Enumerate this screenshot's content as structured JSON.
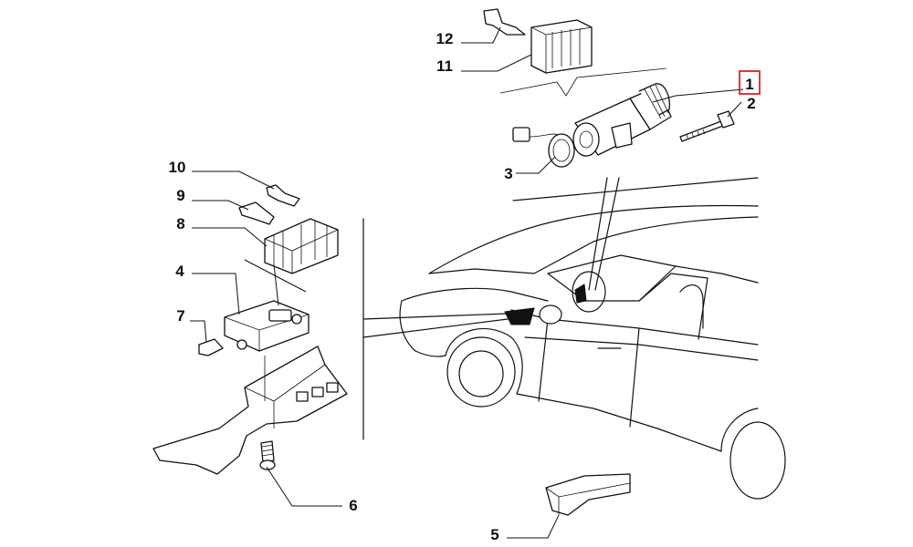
{
  "callouts": [
    {
      "id": "1",
      "label": "1",
      "highlighted": true
    },
    {
      "id": "2",
      "label": "2"
    },
    {
      "id": "3",
      "label": "3"
    },
    {
      "id": "4",
      "label": "4"
    },
    {
      "id": "5",
      "label": "5"
    },
    {
      "id": "6",
      "label": "6"
    },
    {
      "id": "7",
      "label": "7"
    },
    {
      "id": "8",
      "label": "8"
    },
    {
      "id": "9",
      "label": "9"
    },
    {
      "id": "10",
      "label": "10"
    },
    {
      "id": "11",
      "label": "11"
    },
    {
      "id": "12",
      "label": "12"
    }
  ],
  "colors": {
    "highlight": "#e02020",
    "line": "#111111",
    "background": "#ffffff"
  }
}
